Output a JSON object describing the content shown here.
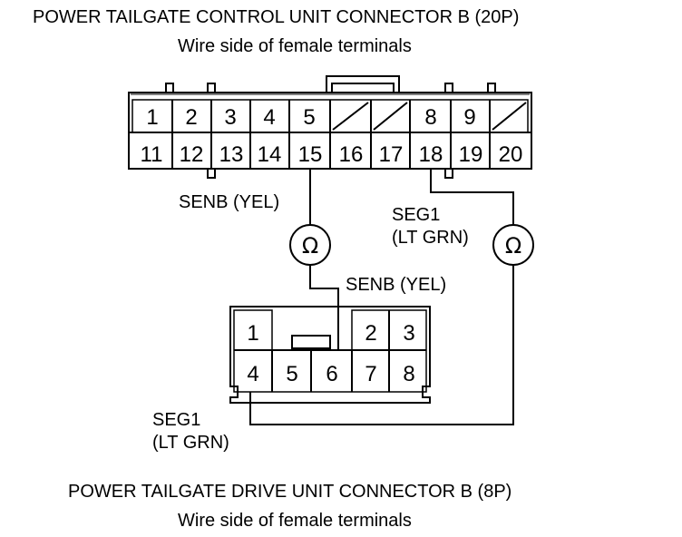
{
  "control_unit": {
    "title": "POWER TAILGATE CONTROL UNIT CONNECTOR B (20P)",
    "subtitle": "Wire side of female terminals",
    "row_top": [
      "1",
      "2",
      "3",
      "4",
      "5",
      "",
      "",
      "8",
      "9",
      ""
    ],
    "row_bottom": [
      "11",
      "12",
      "13",
      "14",
      "15",
      "16",
      "17",
      "18",
      "19",
      "20"
    ]
  },
  "drive_unit": {
    "title": "POWER TAILGATE DRIVE UNIT CONNECTOR B (8P)",
    "subtitle": "Wire side of female terminals",
    "row_top": [
      "1",
      "2",
      "3"
    ],
    "row_bottom": [
      "4",
      "5",
      "6",
      "7",
      "8"
    ]
  },
  "wires": {
    "senb_upper": "SENB (YEL)",
    "senb_lower": "SENB (YEL)",
    "seg1_upper_line1": "SEG1",
    "seg1_upper_line2": "(LT GRN)",
    "seg1_lower_line1": "SEG1",
    "seg1_lower_line2": "(LT GRN)"
  },
  "meter_symbol": "Ω"
}
